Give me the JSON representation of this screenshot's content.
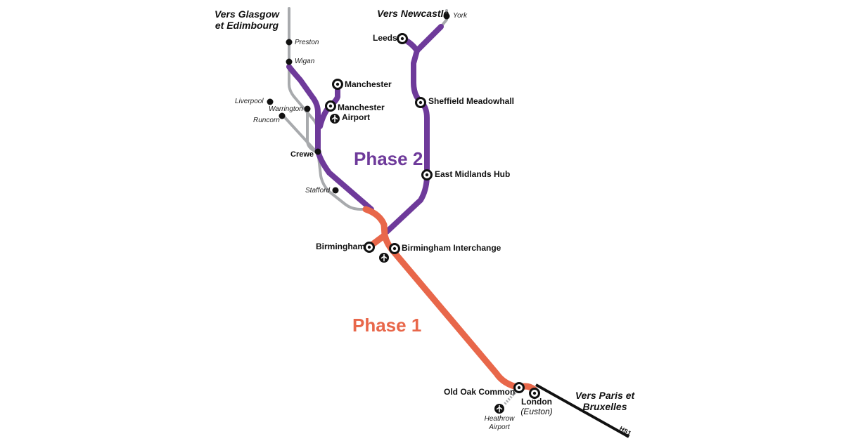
{
  "colors": {
    "phase1": "#E8674A",
    "phase2": "#6E3A9A",
    "existing": "#A8AAAD",
    "hs1": "#111111"
  },
  "phases": {
    "phase1": "Phase 1",
    "phase2": "Phase 2"
  },
  "destinations": {
    "glasgow_line1": "Vers Glasgow",
    "glasgow_line2": "et Edimbourg",
    "newcastle": "Vers Newcastle",
    "paris_line1": "Vers Paris et",
    "paris_line2": "Bruxelles"
  },
  "hs1": "HS1",
  "hs2_stations": {
    "leeds": "Leeds",
    "manchester": "Manchester",
    "manchester_airport_line1": "Manchester",
    "manchester_airport_line2": "Airport",
    "sheffield": "Sheffield Meadowhall",
    "east_midlands": "East Midlands Hub",
    "birmingham": "Birmingham",
    "birmingham_interchange": "Birmingham Interchange",
    "old_oak_common": "Old Oak Common",
    "london_line1": "London",
    "london_line2": "(Euston)"
  },
  "classic_stations": {
    "york": "York",
    "preston": "Preston",
    "wigan": "Wigan",
    "liverpool": "Liverpool",
    "warrington": "Warrington",
    "runcorn": "Runcorn",
    "crewe": "Crewe",
    "stafford": "Stafford",
    "heathrow_line1": "Heathrow",
    "heathrow_line2": "Airport"
  },
  "icons": {
    "hub_station": "ringed-dot",
    "minor_station": "dot",
    "airport": "plane-icon"
  }
}
